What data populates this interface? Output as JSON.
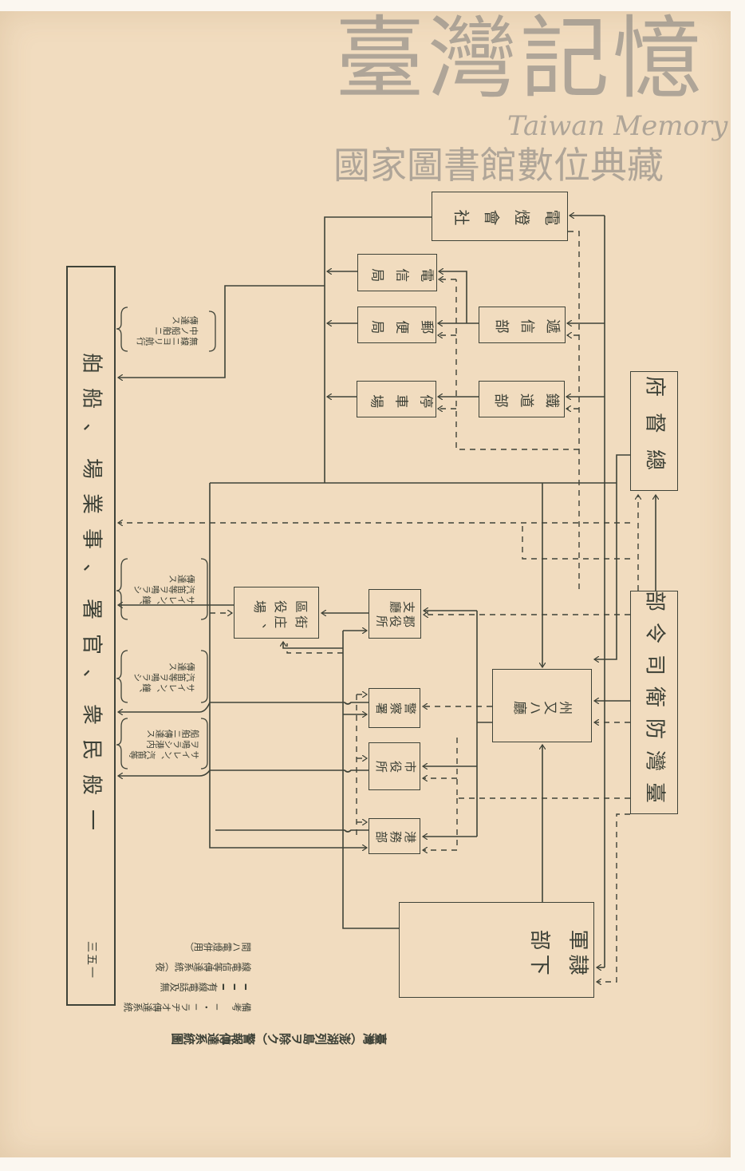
{
  "title": "臺灣（澎湖列島ヲ除ク）警報傳達系統圖",
  "legend": "備考　─・─ラヂオ傳達系統\n━━━有線電話及無\n線電信等傳達系統（夜\n間ハ電燈併用）",
  "page_number": "一五三",
  "boxes": {
    "shireibu": "臺灣防衛司令部",
    "sotokufu": "總督府",
    "dento": "電燈會社",
    "teishinbu": "遞信部",
    "tetsudobu": "鐵道部",
    "denshinkyoku": "電信局",
    "yubinkyoku": "郵便局",
    "teishajo": "停車場",
    "shu": "州又ハ廳",
    "gun": "郡役所\n支廳",
    "gaisho": "街庄、\n區役場",
    "keisatsu": "警察署",
    "shiyakusho": "市役所",
    "komubu": "港務部",
    "gunbu": "隷下\n軍部",
    "ippan": "一般民衆、官署、事業場、船舶"
  },
  "notes": [
    "無線ニヨリ航行\n中ノ船舶ニ\n傳達ス",
    "サイレン、鐘、\n汽笛等ヲ鳴ラシ\n傳達ス",
    "サイレン、鐘、\n汽笛等ヲ鳴ラシ\n傳達ス",
    "サイレン、汽笛等\nヲ鳴ラシ港内\n船舶ニ傳達ス"
  ],
  "watermark": {
    "logo": "臺灣記憶",
    "english": "Taiwan Memory",
    "org": "國家圖書館數位典藏"
  },
  "colors": {
    "paper": "#f1dcbf",
    "ink": "#3f4338"
  }
}
